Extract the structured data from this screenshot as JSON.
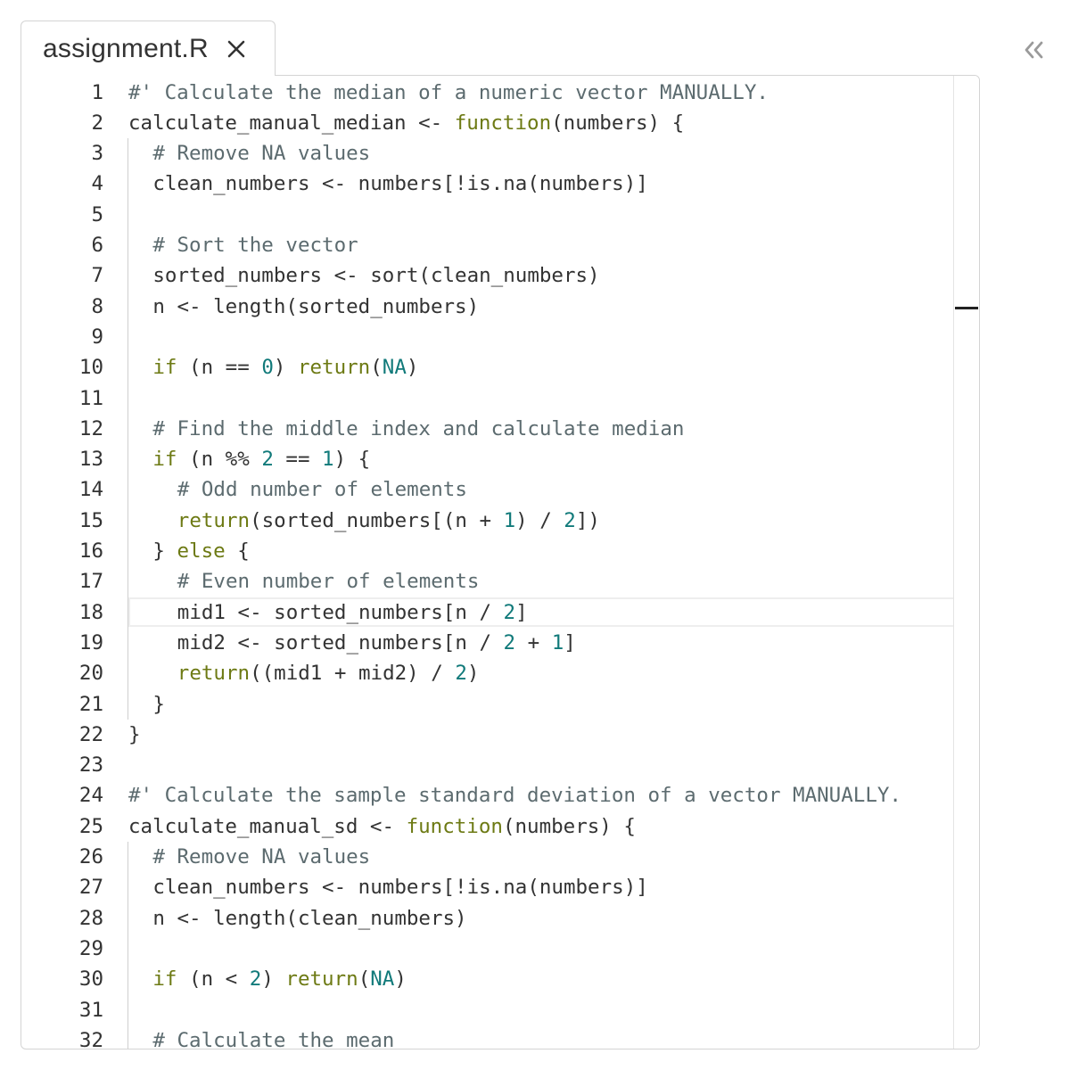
{
  "tab": {
    "title": "assignment.R",
    "close_icon": "close-icon"
  },
  "collapse_icon": "double-chevron-left-icon",
  "editor": {
    "current_line": 18,
    "lines": [
      {
        "num": "1",
        "indent": 0,
        "tokens": [
          {
            "t": "#' Calculate the median of a numeric vector MANUALLY.",
            "c": "c"
          }
        ]
      },
      {
        "num": "2",
        "indent": 0,
        "tokens": [
          {
            "t": "calculate_manual_median <- "
          },
          {
            "t": "function",
            "c": "k"
          },
          {
            "t": "(numbers) {"
          }
        ]
      },
      {
        "num": "3",
        "indent": 1,
        "tokens": [
          {
            "t": "# Remove NA values",
            "c": "c"
          }
        ]
      },
      {
        "num": "4",
        "indent": 1,
        "tokens": [
          {
            "t": "clean_numbers <- numbers[!is.na(numbers)]"
          }
        ]
      },
      {
        "num": "5",
        "indent": 1,
        "tokens": []
      },
      {
        "num": "6",
        "indent": 1,
        "tokens": [
          {
            "t": "# Sort the vector",
            "c": "c"
          }
        ]
      },
      {
        "num": "7",
        "indent": 1,
        "tokens": [
          {
            "t": "sorted_numbers <- sort(clean_numbers)"
          }
        ]
      },
      {
        "num": "8",
        "indent": 1,
        "tokens": [
          {
            "t": "n <- length(sorted_numbers)"
          }
        ]
      },
      {
        "num": "9",
        "indent": 1,
        "tokens": []
      },
      {
        "num": "10",
        "indent": 1,
        "tokens": [
          {
            "t": "if",
            "c": "k"
          },
          {
            "t": " (n == "
          },
          {
            "t": "0",
            "c": "n"
          },
          {
            "t": ") "
          },
          {
            "t": "return",
            "c": "k"
          },
          {
            "t": "("
          },
          {
            "t": "NA",
            "c": "n"
          },
          {
            "t": ")"
          }
        ]
      },
      {
        "num": "11",
        "indent": 1,
        "tokens": []
      },
      {
        "num": "12",
        "indent": 1,
        "tokens": [
          {
            "t": "# Find the middle index and calculate median",
            "c": "c"
          }
        ]
      },
      {
        "num": "13",
        "indent": 1,
        "tokens": [
          {
            "t": "if",
            "c": "k"
          },
          {
            "t": " (n %% "
          },
          {
            "t": "2",
            "c": "n"
          },
          {
            "t": " == "
          },
          {
            "t": "1",
            "c": "n"
          },
          {
            "t": ") {"
          }
        ]
      },
      {
        "num": "14",
        "indent": 2,
        "tokens": [
          {
            "t": "# Odd number of elements",
            "c": "c"
          }
        ]
      },
      {
        "num": "15",
        "indent": 2,
        "tokens": [
          {
            "t": "return",
            "c": "k"
          },
          {
            "t": "(sorted_numbers[(n + "
          },
          {
            "t": "1",
            "c": "n"
          },
          {
            "t": ") / "
          },
          {
            "t": "2",
            "c": "n"
          },
          {
            "t": "])"
          }
        ]
      },
      {
        "num": "16",
        "indent": 1,
        "tokens": [
          {
            "t": "} "
          },
          {
            "t": "else",
            "c": "k"
          },
          {
            "t": " {"
          }
        ]
      },
      {
        "num": "17",
        "indent": 2,
        "tokens": [
          {
            "t": "# Even number of elements",
            "c": "c"
          }
        ]
      },
      {
        "num": "18",
        "indent": 2,
        "tokens": [
          {
            "t": "mid1 <- sorted_numbers[n / "
          },
          {
            "t": "2",
            "c": "n"
          },
          {
            "t": "]"
          }
        ]
      },
      {
        "num": "19",
        "indent": 2,
        "tokens": [
          {
            "t": "mid2 <- sorted_numbers[n / "
          },
          {
            "t": "2",
            "c": "n"
          },
          {
            "t": " + "
          },
          {
            "t": "1",
            "c": "n"
          },
          {
            "t": "]"
          }
        ]
      },
      {
        "num": "20",
        "indent": 2,
        "tokens": [
          {
            "t": "return",
            "c": "k"
          },
          {
            "t": "((mid1 + mid2) / "
          },
          {
            "t": "2",
            "c": "n"
          },
          {
            "t": ")"
          }
        ]
      },
      {
        "num": "21",
        "indent": 1,
        "tokens": [
          {
            "t": "}"
          }
        ]
      },
      {
        "num": "22",
        "indent": 0,
        "tokens": [
          {
            "t": "}"
          }
        ]
      },
      {
        "num": "23",
        "indent": 0,
        "tokens": []
      },
      {
        "num": "24",
        "indent": 0,
        "tokens": [
          {
            "t": "#' Calculate the sample standard deviation of a vector MANUALLY.",
            "c": "c"
          }
        ]
      },
      {
        "num": "25",
        "indent": 0,
        "tokens": [
          {
            "t": "calculate_manual_sd <- "
          },
          {
            "t": "function",
            "c": "k"
          },
          {
            "t": "(numbers) {"
          }
        ]
      },
      {
        "num": "26",
        "indent": 1,
        "tokens": [
          {
            "t": "# Remove NA values",
            "c": "c"
          }
        ]
      },
      {
        "num": "27",
        "indent": 1,
        "tokens": [
          {
            "t": "clean_numbers <- numbers[!is.na(numbers)]"
          }
        ]
      },
      {
        "num": "28",
        "indent": 1,
        "tokens": [
          {
            "t": "n <- length(clean_numbers)"
          }
        ]
      },
      {
        "num": "29",
        "indent": 1,
        "tokens": []
      },
      {
        "num": "30",
        "indent": 1,
        "tokens": [
          {
            "t": "if",
            "c": "k"
          },
          {
            "t": " (n < "
          },
          {
            "t": "2",
            "c": "n"
          },
          {
            "t": ") "
          },
          {
            "t": "return",
            "c": "k"
          },
          {
            "t": "("
          },
          {
            "t": "NA",
            "c": "n"
          },
          {
            "t": ")"
          }
        ]
      },
      {
        "num": "31",
        "indent": 1,
        "tokens": []
      },
      {
        "num": "32",
        "indent": 1,
        "tokens": [
          {
            "t": "# Calculate the mean",
            "c": "c"
          }
        ]
      }
    ]
  }
}
